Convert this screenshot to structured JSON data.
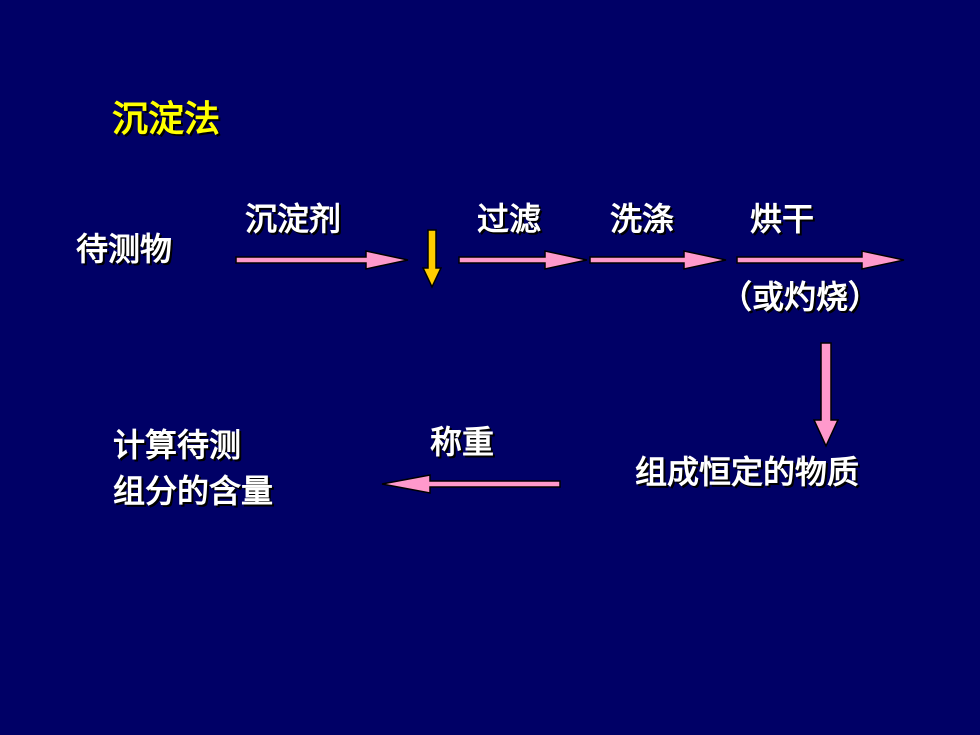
{
  "title": "沉淀法",
  "sample": "待测物",
  "steps": {
    "precipitant": "沉淀剂",
    "filter": "过滤",
    "wash": "洗涤",
    "dry": "烘干",
    "dry_alt": "（或灼烧）",
    "weigh": "称重"
  },
  "result": "组成恒定的物质",
  "calculation": {
    "line1": "计算待测",
    "line2": "组分的含量"
  },
  "colors": {
    "background": "#000066",
    "title": "#ffff00",
    "text": "#ffffff",
    "arrow_fill": "#ff99cc",
    "arrow_outline": "#000000",
    "precipitate_arrow": "#ffcc00"
  }
}
